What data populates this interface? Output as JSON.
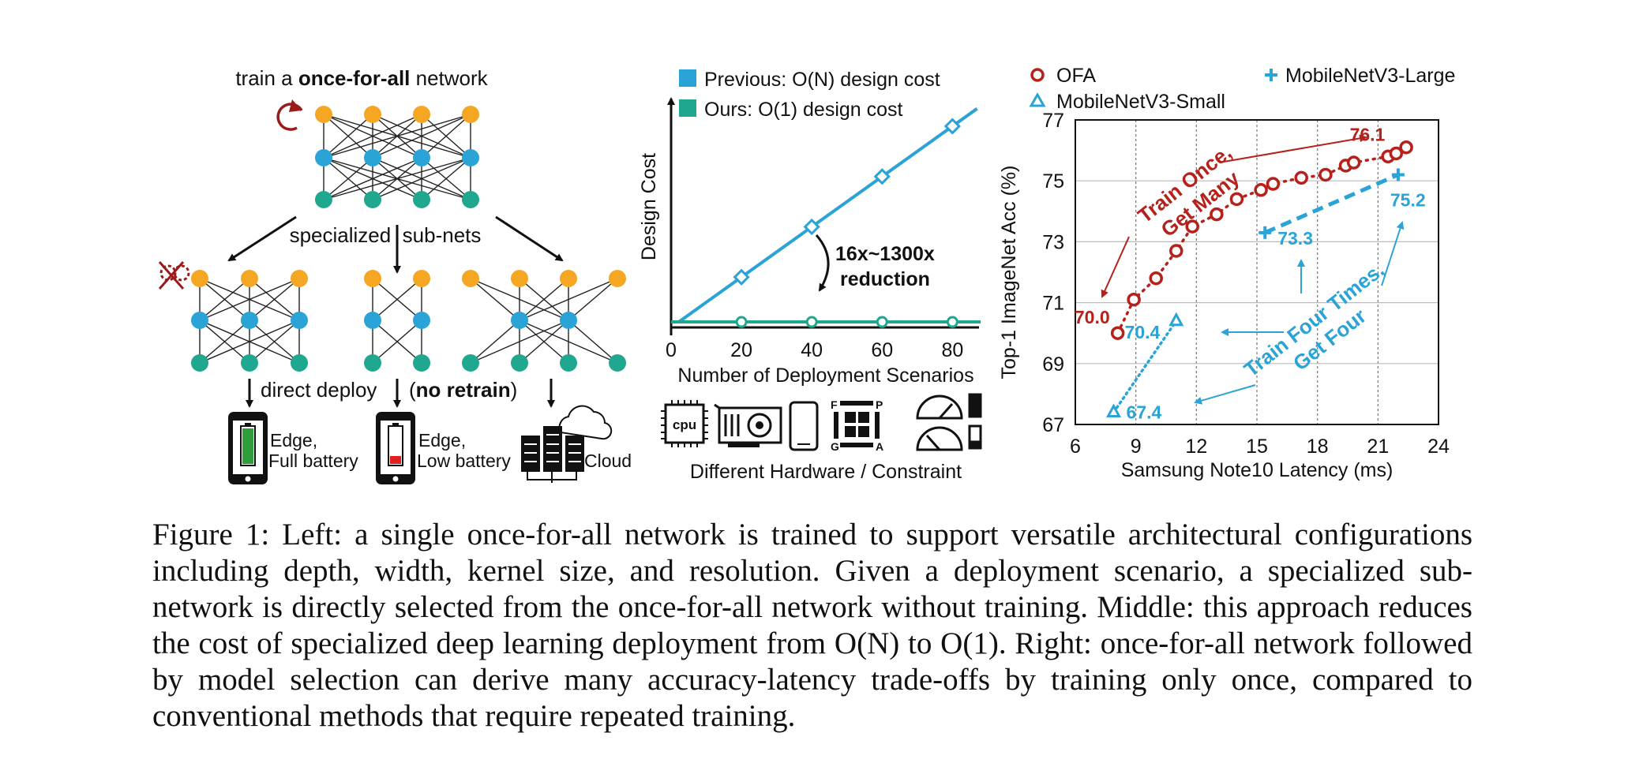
{
  "left_panel": {
    "title_prefix": "train a ",
    "title_bold": "once-for-all",
    "title_suffix": " network",
    "subnets_label": "specialized  sub-nets",
    "deploy_label": "direct deploy",
    "no_retrain_open": "(",
    "no_retrain_bold": "no retrain",
    "no_retrain_close": ")",
    "targets": [
      {
        "line1": "Edge,",
        "line2": "Full battery"
      },
      {
        "line1": "Edge,",
        "line2": "Low battery"
      },
      {
        "line1": "Cloud",
        "line2": ""
      }
    ],
    "colors": {
      "orange": "#F5A623",
      "blue": "#2AA3D6",
      "green": "#1FA88F",
      "dark_red": "#9B1B1B",
      "battery_green": "#2E9E3A",
      "battery_red": "#E02020"
    }
  },
  "middle_panel": {
    "legend": [
      "Previous: O(N) design cost",
      "Ours: O(1) design cost"
    ],
    "annotation_line1": "16x~1300x",
    "annotation_line2": "reduction",
    "hardware_label": "Different Hardware / Constraint",
    "cpu_label": "cpu",
    "fpga_letters": [
      "F",
      "P",
      "G",
      "A"
    ],
    "chart_data": {
      "type": "line",
      "xlabel": "Number of Deployment Scenarios",
      "ylabel": "Design Cost",
      "x_ticks": [
        0,
        20,
        40,
        60,
        80
      ],
      "xlim": [
        0,
        88
      ],
      "ylim": [
        0,
        44
      ],
      "series": [
        {
          "name": "Previous: O(N) design cost",
          "color": "#2AA3D6",
          "x": [
            20,
            40,
            60,
            80
          ],
          "y": [
            11,
            22,
            33,
            44
          ]
        },
        {
          "name": "Ours: O(1) design cost",
          "color": "#1FA88F",
          "x": [
            20,
            40,
            60,
            80
          ],
          "y": [
            1.2,
            1.2,
            1.2,
            1.2
          ]
        }
      ],
      "grid": false
    }
  },
  "right_panel": {
    "legend": [
      "OFA",
      "MobileNetV3-Large",
      "MobileNetV3-Small"
    ],
    "annotation_ofa_line1": "Train Once,",
    "annotation_ofa_line2": "Get Many",
    "annotation_four_line1": "Train Four Times,",
    "annotation_four_line2": "Get Four",
    "colors": {
      "ofa": "#B5211B",
      "mbv3": "#2AA3D6"
    },
    "chart_data": {
      "type": "scatter",
      "xlabel": "Samsung Note10 Latency (ms)",
      "ylabel": "Top-1 ImageNet Acc (%)",
      "xlim": [
        6,
        24
      ],
      "ylim": [
        67,
        77
      ],
      "x_ticks": [
        6,
        9,
        12,
        15,
        18,
        21,
        24
      ],
      "y_ticks": [
        67,
        69,
        71,
        73,
        75,
        77
      ],
      "grid": true,
      "series": [
        {
          "name": "OFA",
          "x": [
            8.1,
            8.9,
            10.0,
            11.0,
            11.8,
            13.0,
            14.0,
            15.2,
            15.8,
            17.2,
            18.4,
            19.4,
            19.8,
            21.5,
            21.9,
            22.4
          ],
          "y": [
            70.0,
            71.1,
            71.8,
            72.7,
            73.5,
            73.9,
            74.4,
            74.7,
            74.9,
            75.1,
            75.2,
            75.5,
            75.6,
            75.8,
            75.9,
            76.1
          ]
        },
        {
          "name": "MobileNetV3-Large",
          "x": [
            15.4,
            22.0
          ],
          "y": [
            73.3,
            75.2
          ]
        },
        {
          "name": "MobileNetV3-Small",
          "x": [
            7.9,
            11.0
          ],
          "y": [
            67.4,
            70.4
          ]
        }
      ],
      "data_labels": [
        "70.0",
        "76.1",
        "73.3",
        "75.2",
        "70.4",
        "67.4"
      ]
    }
  },
  "caption": "Figure 1: Left: a single once-for-all network is trained to support versatile architectural configurations including depth, width, kernel size, and resolution. Given a deployment scenario, a specialized sub-network is directly selected from the once-for-all network without training. Middle: this approach reduces the cost of specialized deep learning deployment from O(N) to O(1). Right: once-for-all network followed by model selection can derive many accuracy-latency trade-offs by training only once, compared to conventional methods that require repeated training."
}
